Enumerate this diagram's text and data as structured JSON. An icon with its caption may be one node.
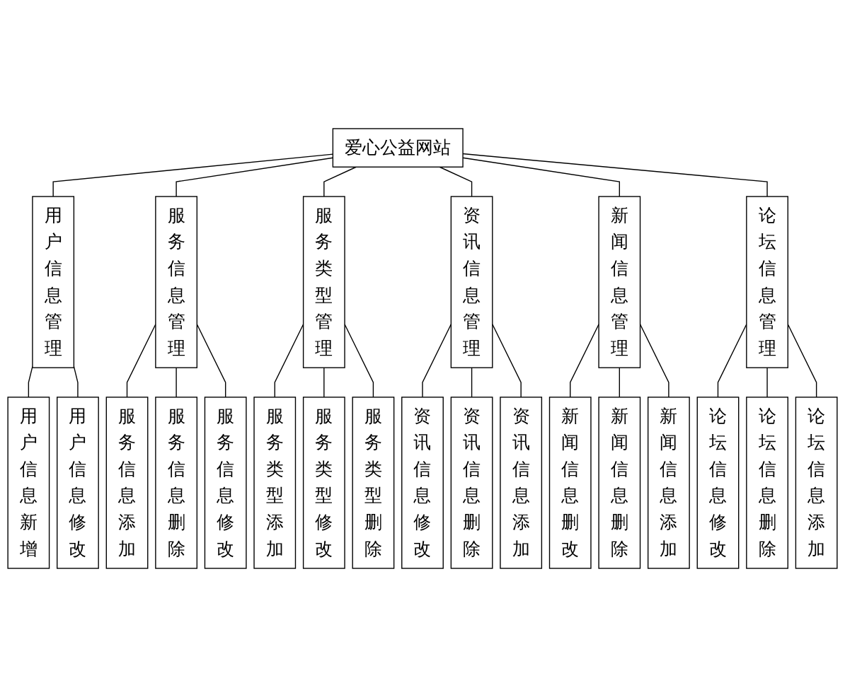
{
  "diagram": {
    "nodes": [
      {
        "text": [
          "爱心公益网站"
        ]
      },
      {
        "text": [
          "用户信息管理"
        ]
      },
      {
        "text": [
          "服务信息管理"
        ]
      },
      {
        "text": [
          "服务类型管理"
        ]
      },
      {
        "text": [
          "资讯信息管理"
        ]
      },
      {
        "text": [
          "新闻信息管理"
        ]
      },
      {
        "text": [
          "论坛信息管理"
        ]
      },
      {
        "text": [
          "用户信息新增"
        ]
      },
      {
        "text": [
          "用户信息修改"
        ]
      },
      {
        "text": [
          "服务信息添加"
        ]
      },
      {
        "text": [
          "服务信息删除"
        ]
      },
      {
        "text": [
          "服务信息修改"
        ]
      },
      {
        "text": [
          "服务类型添加"
        ]
      },
      {
        "text": [
          "服务类型修改"
        ]
      },
      {
        "text": [
          "服务类型删除"
        ]
      },
      {
        "text": [
          "资讯信息修改"
        ]
      },
      {
        "text": [
          "资讯信息删除"
        ]
      },
      {
        "text": [
          "资讯信息添加"
        ]
      },
      {
        "text": [
          "新闻信息删改"
        ]
      },
      {
        "text": [
          "新闻信息删除"
        ]
      },
      {
        "text": [
          "新闻信息添加"
        ]
      },
      {
        "text": [
          "论坛信息修改"
        ]
      },
      {
        "text": [
          "论坛信息删除"
        ]
      },
      {
        "text": [
          "论坛信息添加"
        ]
      }
    ],
    "edges": [
      {
        "from": 0,
        "to": 1,
        "arrow": "none"
      },
      {
        "from": 0,
        "to": 2,
        "arrow": "none"
      },
      {
        "from": 0,
        "to": 3,
        "arrow": "none"
      },
      {
        "from": 0,
        "to": 4,
        "arrow": "none"
      },
      {
        "from": 0,
        "to": 5,
        "arrow": "none"
      },
      {
        "from": 0,
        "to": 6,
        "arrow": "none"
      },
      {
        "from": 1,
        "to": 7,
        "arrow": "none"
      },
      {
        "from": 1,
        "to": 8,
        "arrow": "none"
      },
      {
        "from": 2,
        "to": 9,
        "arrow": "none"
      },
      {
        "from": 2,
        "to": 10,
        "arrow": "none"
      },
      {
        "from": 2,
        "to": 11,
        "arrow": "none"
      },
      {
        "from": 3,
        "to": 12,
        "arrow": "none"
      },
      {
        "from": 3,
        "to": 13,
        "arrow": "none"
      },
      {
        "from": 3,
        "to": 14,
        "arrow": "none"
      },
      {
        "from": 4,
        "to": 15,
        "arrow": "none"
      },
      {
        "from": 4,
        "to": 16,
        "arrow": "none"
      },
      {
        "from": 4,
        "to": 17,
        "arrow": "none"
      },
      {
        "from": 5,
        "to": 18,
        "arrow": "none"
      },
      {
        "from": 5,
        "to": 19,
        "arrow": "none"
      },
      {
        "from": 5,
        "to": 20,
        "arrow": "none"
      },
      {
        "from": 6,
        "to": 21,
        "arrow": "none"
      },
      {
        "from": 6,
        "to": 22,
        "arrow": "none"
      },
      {
        "from": 6,
        "to": 23,
        "arrow": "none"
      }
    ]
  }
}
